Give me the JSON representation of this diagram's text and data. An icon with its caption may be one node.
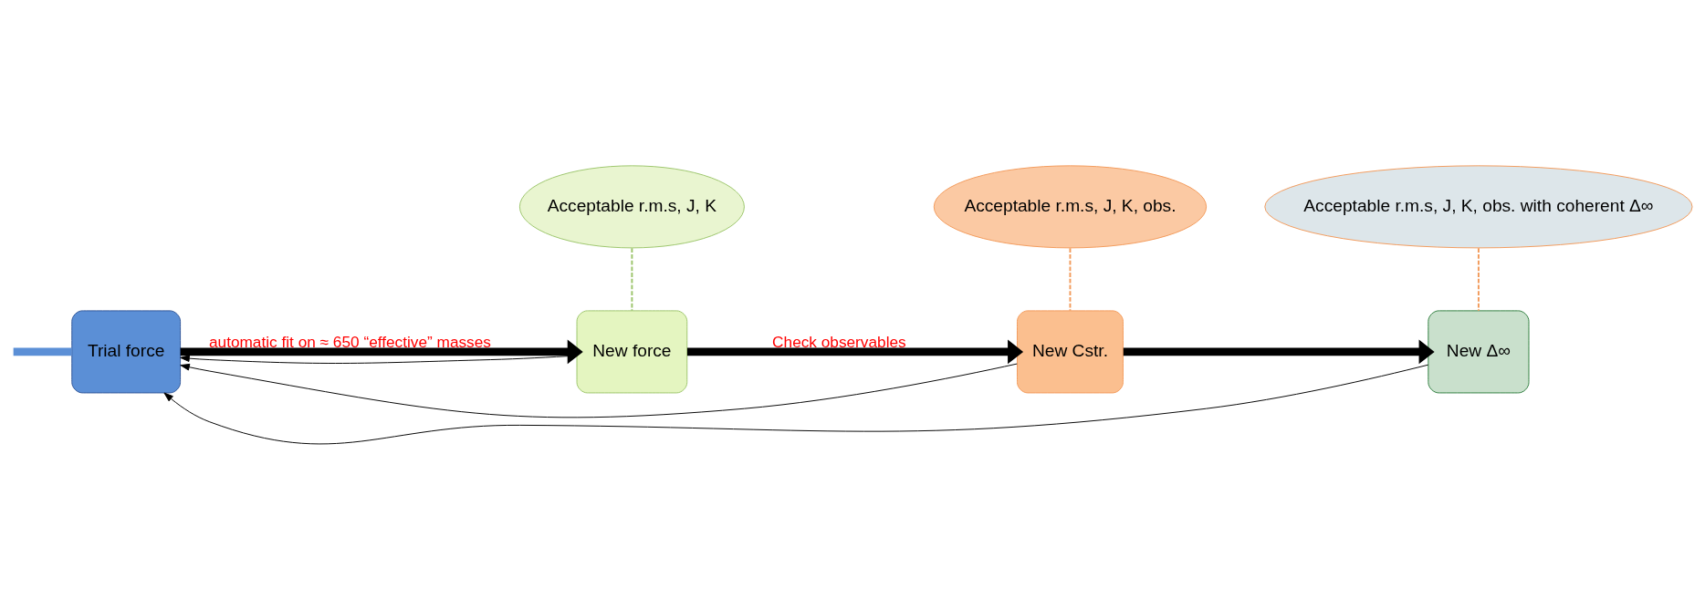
{
  "diagram": {
    "nodes": [
      {
        "text": [
          "Trial force"
        ]
      },
      {
        "text": [
          "New force"
        ]
      },
      {
        "text": [
          "New Cstr."
        ]
      },
      {
        "text": [
          "New Δ∞"
        ]
      },
      {
        "text": [
          "Acceptable r.m.s, J, K"
        ]
      },
      {
        "text": [
          "Acceptable r.m.s, J, K, obs."
        ]
      },
      {
        "text": [
          "Acceptable r.m.s, J, K, obs. with coherent Δ∞"
        ]
      }
    ],
    "edges": [
      {
        "from": 0,
        "to": 1,
        "arrow": "to",
        "label": "automatic fit on ≈ 650 “effective” masses",
        "style": "thick"
      },
      {
        "from": 1,
        "to": 2,
        "arrow": "to",
        "label": "Check observables",
        "style": "thick"
      },
      {
        "from": 2,
        "to": 3,
        "arrow": "to",
        "style": "thick"
      },
      {
        "from": 1,
        "to": 0,
        "arrow": "to"
      },
      {
        "from": 2,
        "to": 0,
        "arrow": "to"
      },
      {
        "from": 3,
        "to": 0,
        "arrow": "to"
      },
      {
        "from": 4,
        "to": 1,
        "arrow": "none",
        "style": "dashed",
        "color": "#9bc46a"
      },
      {
        "from": 5,
        "to": 2,
        "arrow": "none",
        "style": "dashed",
        "color": "#f29a5a"
      },
      {
        "from": 6,
        "to": 3,
        "arrow": "none",
        "style": "dashed",
        "color": "#f29a5a"
      },
      {
        "from": null,
        "to": 0,
        "arrow": "none",
        "style": "thick",
        "color": "#5b8fd6"
      }
    ]
  }
}
